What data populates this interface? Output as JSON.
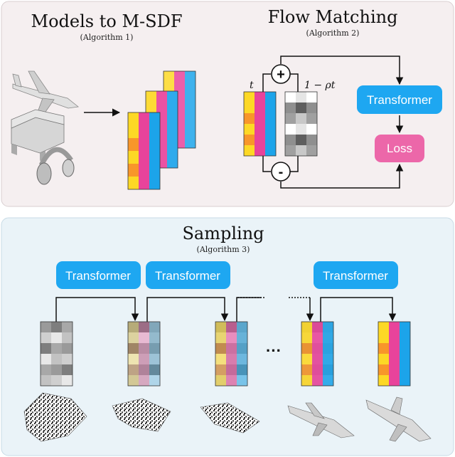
{
  "top_left": {
    "title": "Models to M-SDF",
    "subtitle": "(Algorithm 1)"
  },
  "top_right": {
    "title": "Flow Matching",
    "subtitle": "(Algorithm 2)",
    "t_label": "t",
    "coef_label": "1 − ρt",
    "plus_symbol": "+",
    "minus_symbol": "-",
    "transformer_label": "Transformer",
    "loss_label": "Loss"
  },
  "bottom": {
    "title": "Sampling",
    "subtitle": "(Algorithm 3)",
    "transformer_labels": [
      "Transformer",
      "Transformer",
      "Transformer"
    ],
    "ellipsis": "···"
  },
  "colors": {
    "top_panel_bg": "#f5eff0",
    "bottom_panel_bg": "#eaf3f8",
    "transformer_blue": "#1ea7f1",
    "loss_pink": "#ec67a9",
    "yellow": "#fdd825",
    "orange": "#f8962a",
    "magenta": "#e8439b",
    "cyan": "#1ca4ea"
  }
}
